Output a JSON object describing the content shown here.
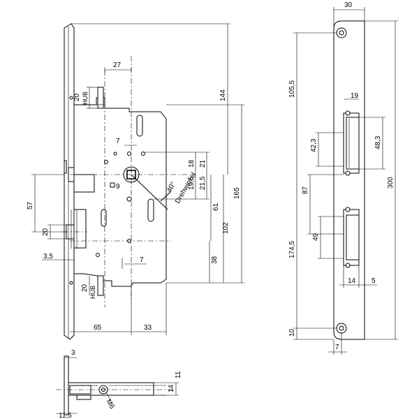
{
  "dims": {
    "d27": "27",
    "d20_hub_top": "20",
    "hub_top": "HUB",
    "d144": "144",
    "d165": "165",
    "d18": "18",
    "d21": "21",
    "d19_5": "19,5",
    "d21_5": "21,5",
    "d61": "61",
    "d102": "102",
    "d38": "38",
    "d7_top": "7",
    "d9": "9",
    "d7_bot": "7",
    "d57": "57",
    "d20_left": "20",
    "d3_5": "3,5",
    "d20_hub_bot": "20",
    "hub_bot": "HUB",
    "d65": "65",
    "d33": "33",
    "angle": "40°",
    "angle_label": "Drehwinkel",
    "d30": "30",
    "d105_5": "105,5",
    "d19": "19",
    "d42_3": "42,3",
    "d48_3": "48,3",
    "d300": "300",
    "d87": "87",
    "d174_5": "174,5",
    "d49": "49",
    "d14": "14",
    "d5": "5",
    "d10": "10",
    "d7_plate": "7",
    "d3_side": "3",
    "d14_side": "14",
    "d11_side": "11",
    "m6": "M6",
    "d11_5": "11,5"
  }
}
